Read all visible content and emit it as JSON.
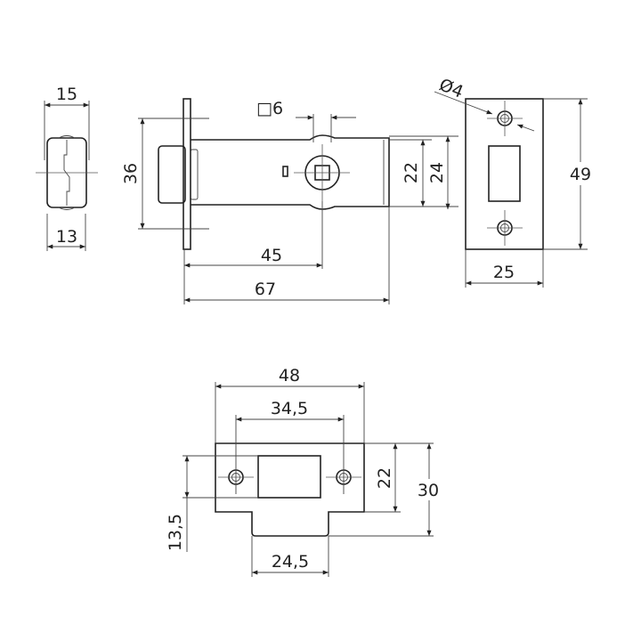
{
  "title": "Tubular latch technical drawing",
  "side_view": {
    "width_label": "15",
    "bottom_width_label": "13"
  },
  "latch_view": {
    "faceplate_height_label": "36",
    "spindle_label": "□6",
    "backset_label": "45",
    "length_label": "67",
    "body_height_label": "22",
    "body_outer_label": "24"
  },
  "faceplate_view": {
    "hole_label": "Ø4",
    "height_label": "49",
    "width_label": "25"
  },
  "strike_plate": {
    "width_label": "48",
    "hole_spacing_label": "34,5",
    "height_label": "22",
    "total_height_label": "30",
    "opening_label": "13,5",
    "tab_width_label": "24,5"
  },
  "colors": {
    "line": "#222222",
    "background": "#ffffff"
  }
}
